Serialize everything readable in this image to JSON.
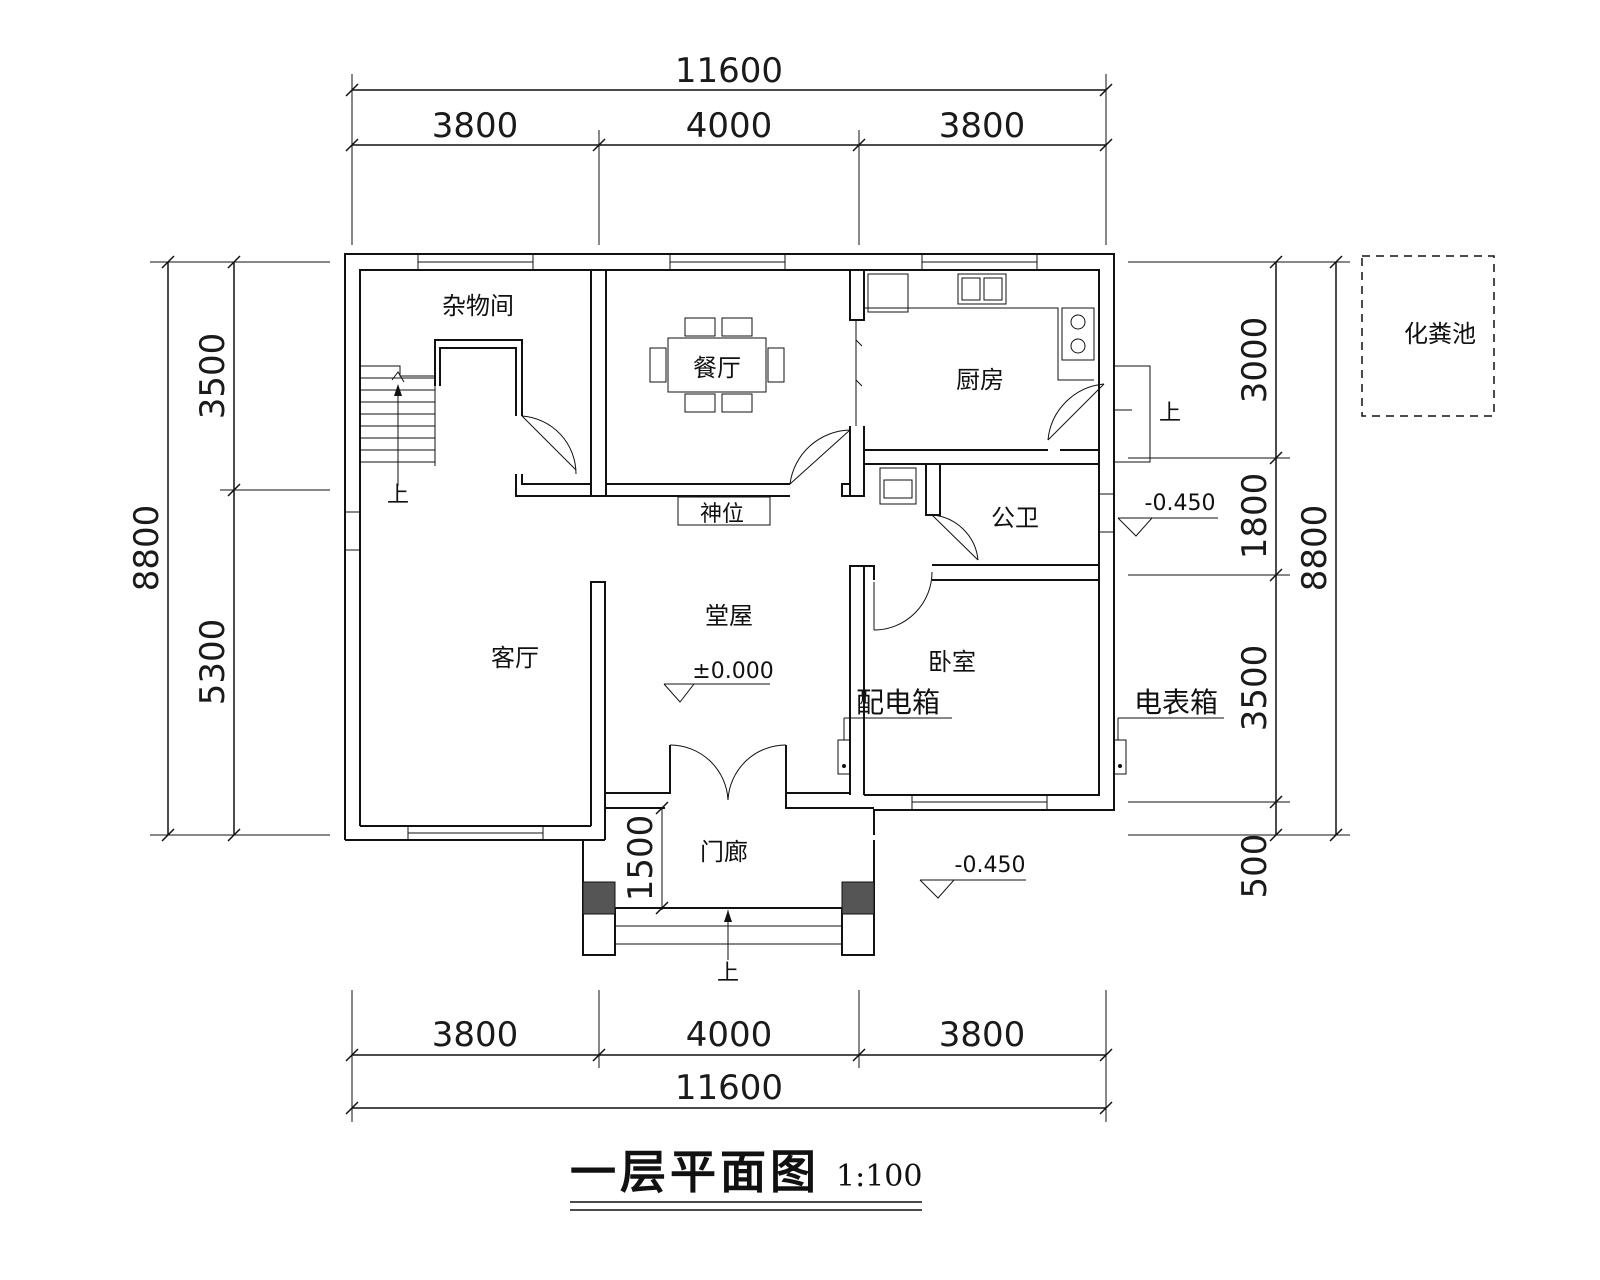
{
  "title": {
    "main": "一层平面图",
    "scale": "1:100"
  },
  "dimensions": {
    "top_total": "11600",
    "top_segments": [
      "3800",
      "4000",
      "3800"
    ],
    "bottom_total": "11600",
    "bottom_segments": [
      "3800",
      "4000",
      "3800"
    ],
    "left_total": "8800",
    "left_segments": [
      "3500",
      "5300"
    ],
    "right_total": "8800",
    "right_segments": [
      "3000",
      "1800",
      "3500",
      "500"
    ],
    "porch_depth": "1500"
  },
  "rooms": {
    "storage": "杂物间",
    "dining": "餐厅",
    "kitchen": "厨房",
    "shrine": "神位",
    "bathroom": "公卫",
    "hall": "堂屋",
    "living": "客厅",
    "bedroom": "卧室",
    "porch": "门廊",
    "septic": "化粪池"
  },
  "annotations": {
    "hall_level": "±0.000",
    "east_level": "-0.450",
    "porch_level": "-0.450",
    "distribution_box": "配电箱",
    "meter_box": "电表箱",
    "stair_up": "上",
    "kitchen_up": "上",
    "porch_up": "上"
  }
}
